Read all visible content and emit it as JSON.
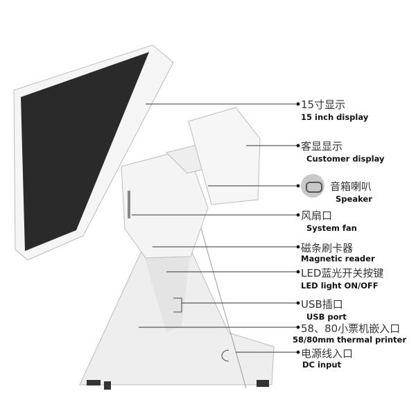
{
  "labels": [
    {
      "zh": "15寸显示",
      "en": "15 inch display"
    },
    {
      "zh": "客显显示",
      "en": "Customer display"
    },
    {
      "zh": "音箱喇叭",
      "en": "Speaker"
    },
    {
      "zh": "风扇口",
      "en": "System fan"
    },
    {
      "zh": "磁条刷卡器",
      "en": "Magnetic reader"
    },
    {
      "zh": "LED蓝光开关按键",
      "en": "LED light ON/OFF"
    },
    {
      "zh": "USB插口",
      "en": "USB port"
    },
    {
      "zh": "58、80小票机嵌入口",
      "en": "58/80mm thermal printer"
    },
    {
      "zh": "电源线入口",
      "en": "DC input"
    }
  ],
  "colors": {
    "device": "#f2f2f2",
    "screen": "#2a2a2a",
    "line": "#333333"
  }
}
